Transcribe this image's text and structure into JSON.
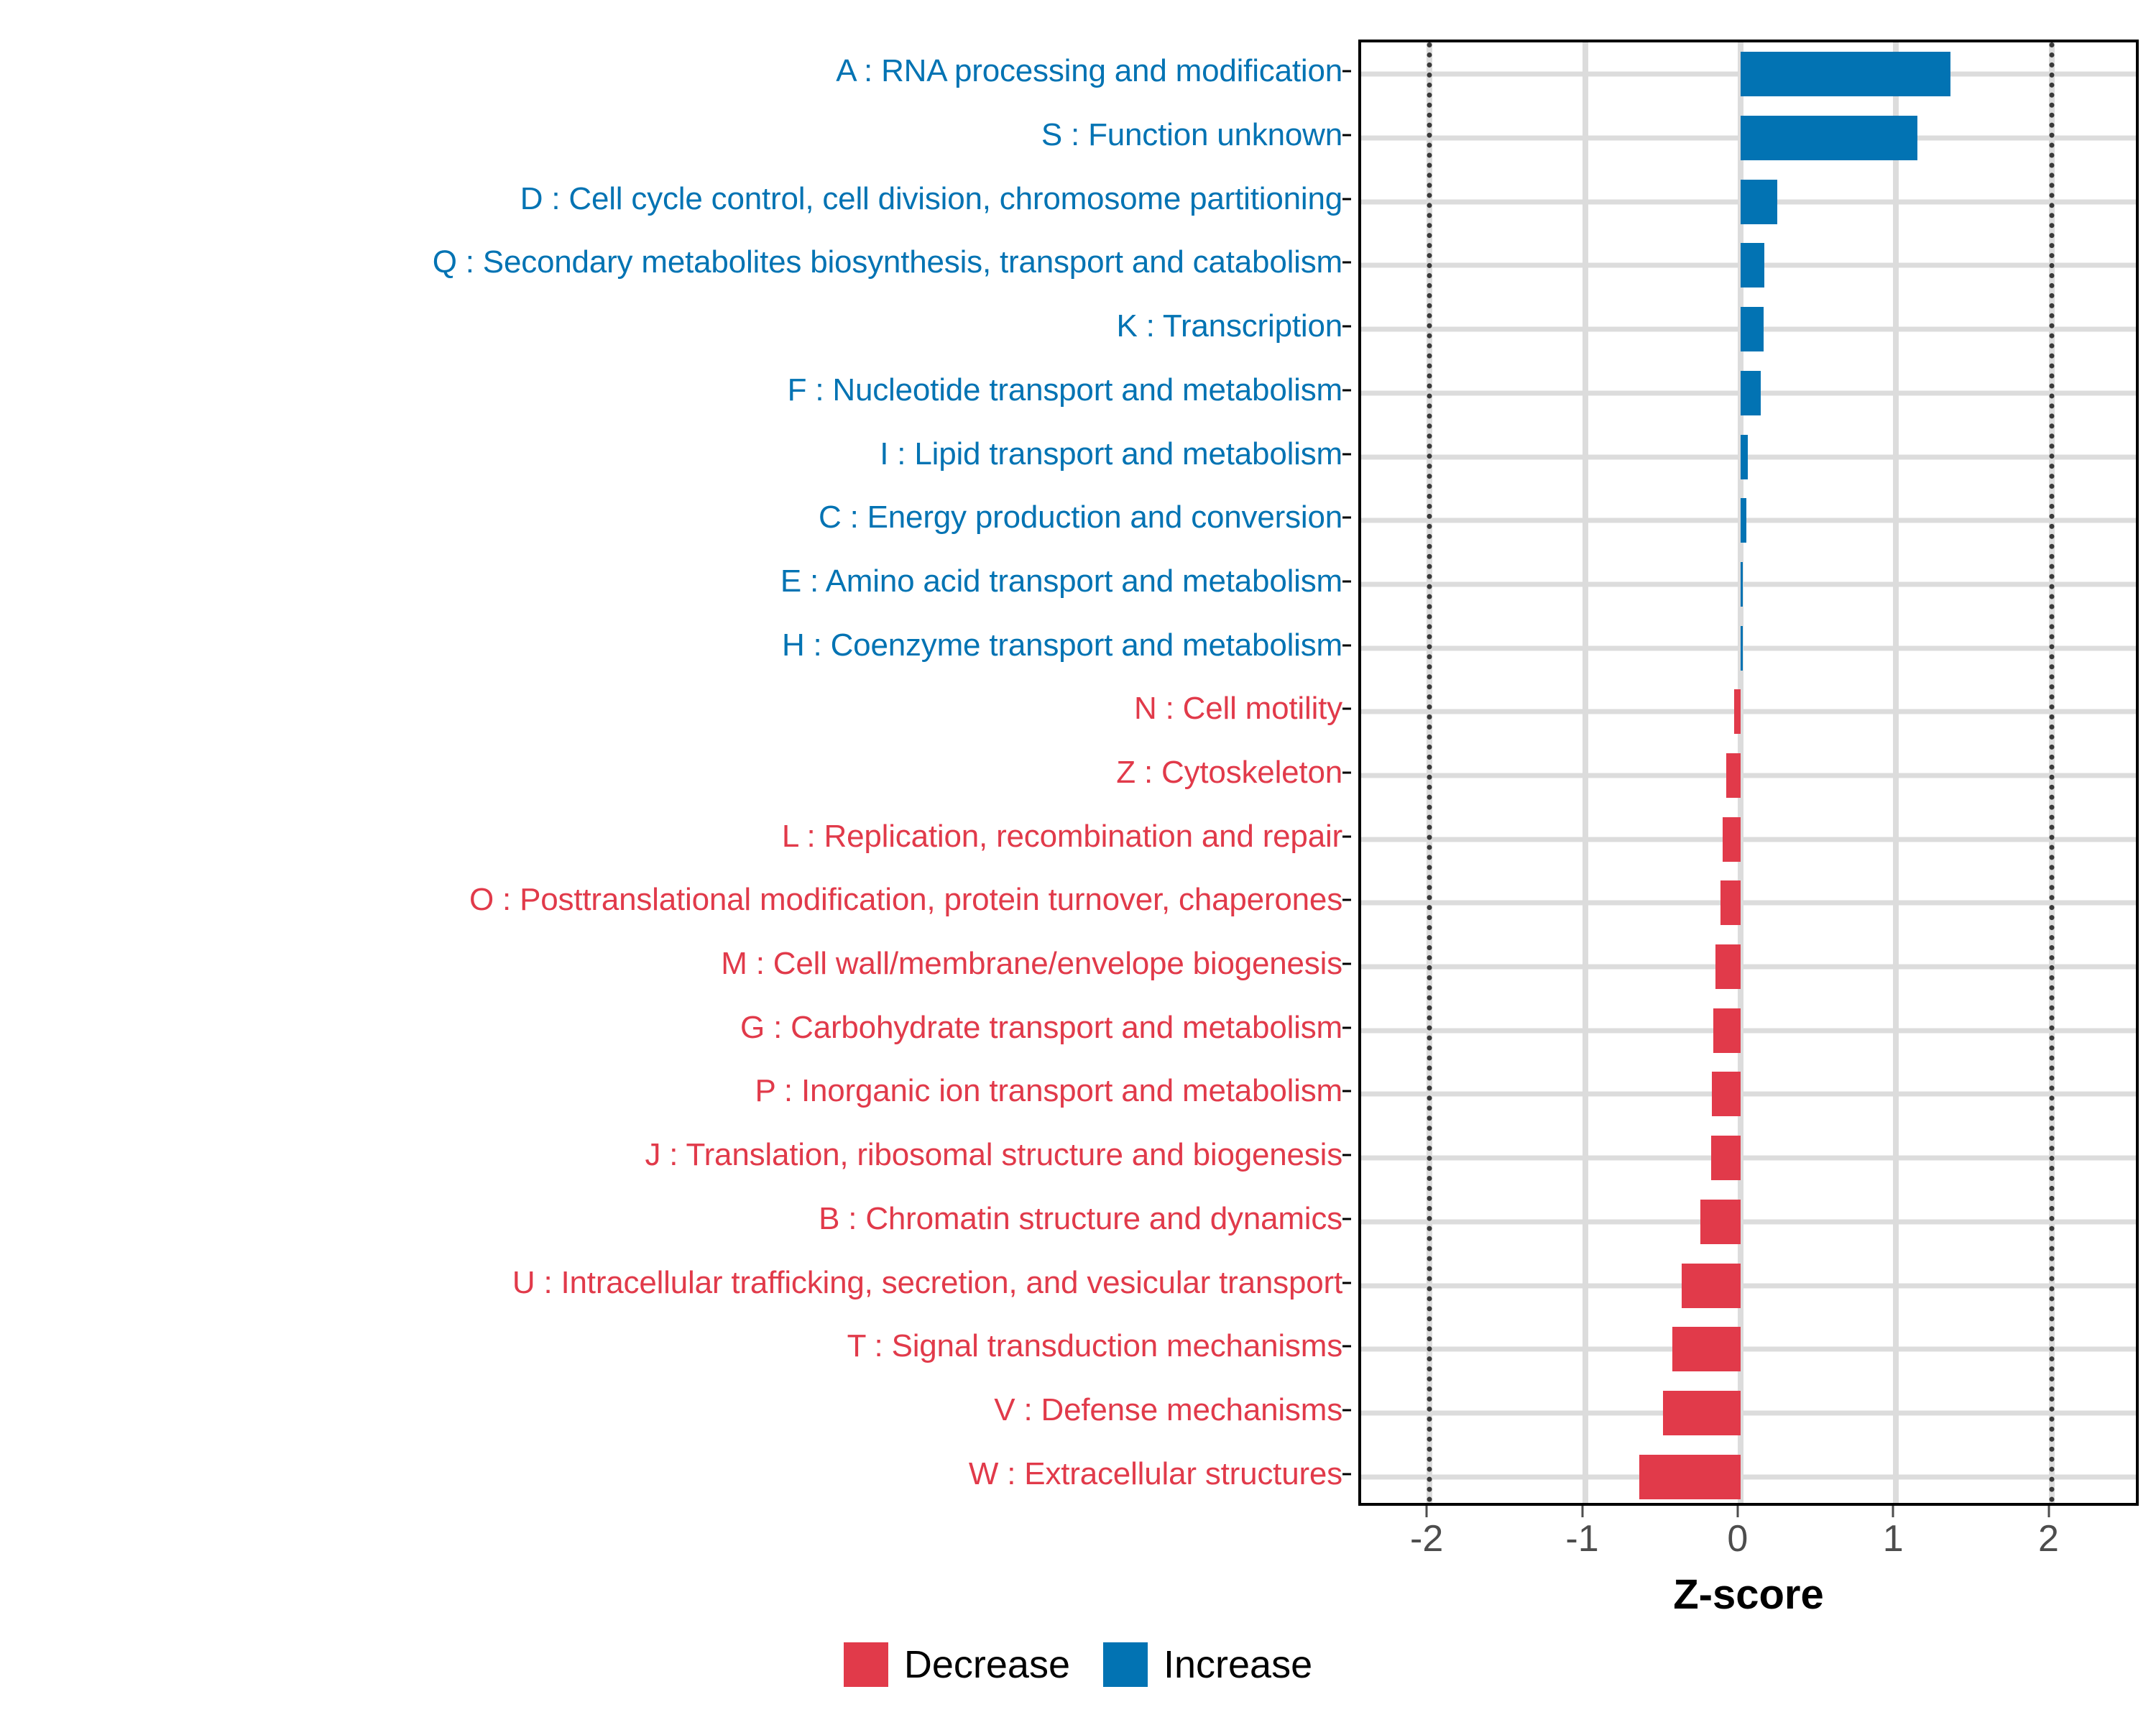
{
  "chart_data": {
    "type": "bar",
    "orientation": "horizontal",
    "title": "",
    "xlabel": "Z-score",
    "ylabel": "",
    "xlim": [
      -2.44,
      2.58
    ],
    "xticks": [
      -2,
      -1,
      0,
      1,
      2
    ],
    "xticklabels": [
      "-2",
      "-1",
      "0",
      "1",
      "2"
    ],
    "grid": "both",
    "reference_lines": [
      -2,
      2
    ],
    "legend_position": "bottom",
    "categories": [
      "A : RNA processing and modification",
      "S : Function unknown",
      "D : Cell cycle control, cell division, chromosome partitioning",
      "Q : Secondary metabolites biosynthesis, transport and catabolism",
      "K : Transcription",
      "F : Nucleotide transport and metabolism",
      "I : Lipid transport and metabolism",
      "C : Energy production and conversion",
      "E : Amino acid transport and metabolism",
      "H : Coenzyme transport and metabolism",
      "N : Cell motility",
      "Z : Cytoskeleton",
      "L : Replication, recombination and repair",
      "O : Posttranslational modification, protein turnover, chaperones",
      "M : Cell wall/membrane/envelope biogenesis",
      "G : Carbohydrate transport and metabolism",
      "P : Inorganic ion transport and metabolism",
      "J : Translation, ribosomal structure and biogenesis",
      "B : Chromatin structure and dynamics",
      "U : Intracellular trafficking, secretion, and vesicular transport",
      "T : Signal transduction mechanisms",
      "V : Defense mechanisms",
      "W : Extracellular structures"
    ],
    "values": [
      1.35,
      1.14,
      0.235,
      0.155,
      0.15,
      0.128,
      0.045,
      0.037,
      0.014,
      0.011,
      -0.043,
      -0.094,
      -0.117,
      -0.13,
      -0.16,
      -0.175,
      -0.183,
      -0.19,
      -0.26,
      -0.38,
      -0.44,
      -0.5,
      -0.65
    ],
    "groups": [
      "Increase",
      "Increase",
      "Increase",
      "Increase",
      "Increase",
      "Increase",
      "Increase",
      "Increase",
      "Increase",
      "Increase",
      "Decrease",
      "Decrease",
      "Decrease",
      "Decrease",
      "Decrease",
      "Decrease",
      "Decrease",
      "Decrease",
      "Decrease",
      "Decrease",
      "Decrease",
      "Decrease",
      "Decrease"
    ],
    "colors": {
      "Increase": "#0273B3",
      "Decrease": "#E13A4A"
    }
  },
  "legend": {
    "items": [
      {
        "label": "Decrease",
        "color": "#E13A4A"
      },
      {
        "label": "Increase",
        "color": "#0273B3"
      }
    ]
  },
  "axis": {
    "x_title": "Z-score"
  }
}
